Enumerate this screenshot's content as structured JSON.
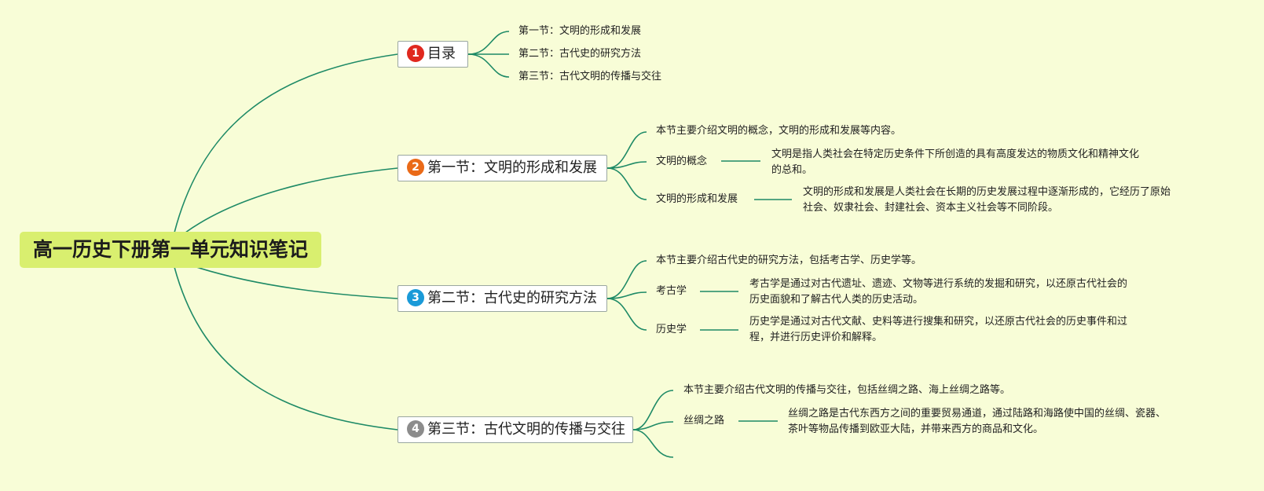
{
  "root": {
    "title": "高一历史下册第一单元知识笔记"
  },
  "badge_colors": [
    "#e0281e",
    "#ea6a18",
    "#1a9ad8",
    "#8c8c8c"
  ],
  "link_color": "#1e8a66",
  "sections": [
    {
      "number": "1",
      "title": "目录",
      "children": [
        "第一节：文明的形成和发展",
        "第二节：古代史的研究方法",
        "第三节：古代文明的传播与交往"
      ]
    },
    {
      "number": "2",
      "title": "第一节：文明的形成和发展",
      "intro": "本节主要介绍文明的概念，文明的形成和发展等内容。",
      "topics": [
        {
          "term": "文明的概念",
          "desc": "文明是指人类社会在特定历史条件下所创造的具有高度发达的物质文化和精神文化的总和。"
        },
        {
          "term": "文明的形成和发展",
          "desc": "文明的形成和发展是人类社会在长期的历史发展过程中逐渐形成的，它经历了原始社会、奴隶社会、封建社会、资本主义社会等不同阶段。"
        }
      ]
    },
    {
      "number": "3",
      "title": "第二节：古代史的研究方法",
      "intro": "本节主要介绍古代史的研究方法，包括考古学、历史学等。",
      "topics": [
        {
          "term": "考古学",
          "desc": "考古学是通过对古代遗址、遗迹、文物等进行系统的发掘和研究，以还原古代社会的历史面貌和了解古代人类的历史活动。"
        },
        {
          "term": "历史学",
          "desc": "历史学是通过对古代文献、史料等进行搜集和研究，以还原古代社会的历史事件和过程，并进行历史评价和解释。"
        }
      ]
    },
    {
      "number": "4",
      "title": "第三节：古代文明的传播与交往",
      "intro": "本节主要介绍古代文明的传播与交往，包括丝绸之路、海上丝绸之路等。",
      "topics": [
        {
          "term": "丝绸之路",
          "desc": "丝绸之路是古代东西方之间的重要贸易通道，通过陆路和海路使中国的丝绸、瓷器、茶叶等物品传播到欧亚大陆，并带来西方的商品和文化。"
        }
      ]
    }
  ]
}
